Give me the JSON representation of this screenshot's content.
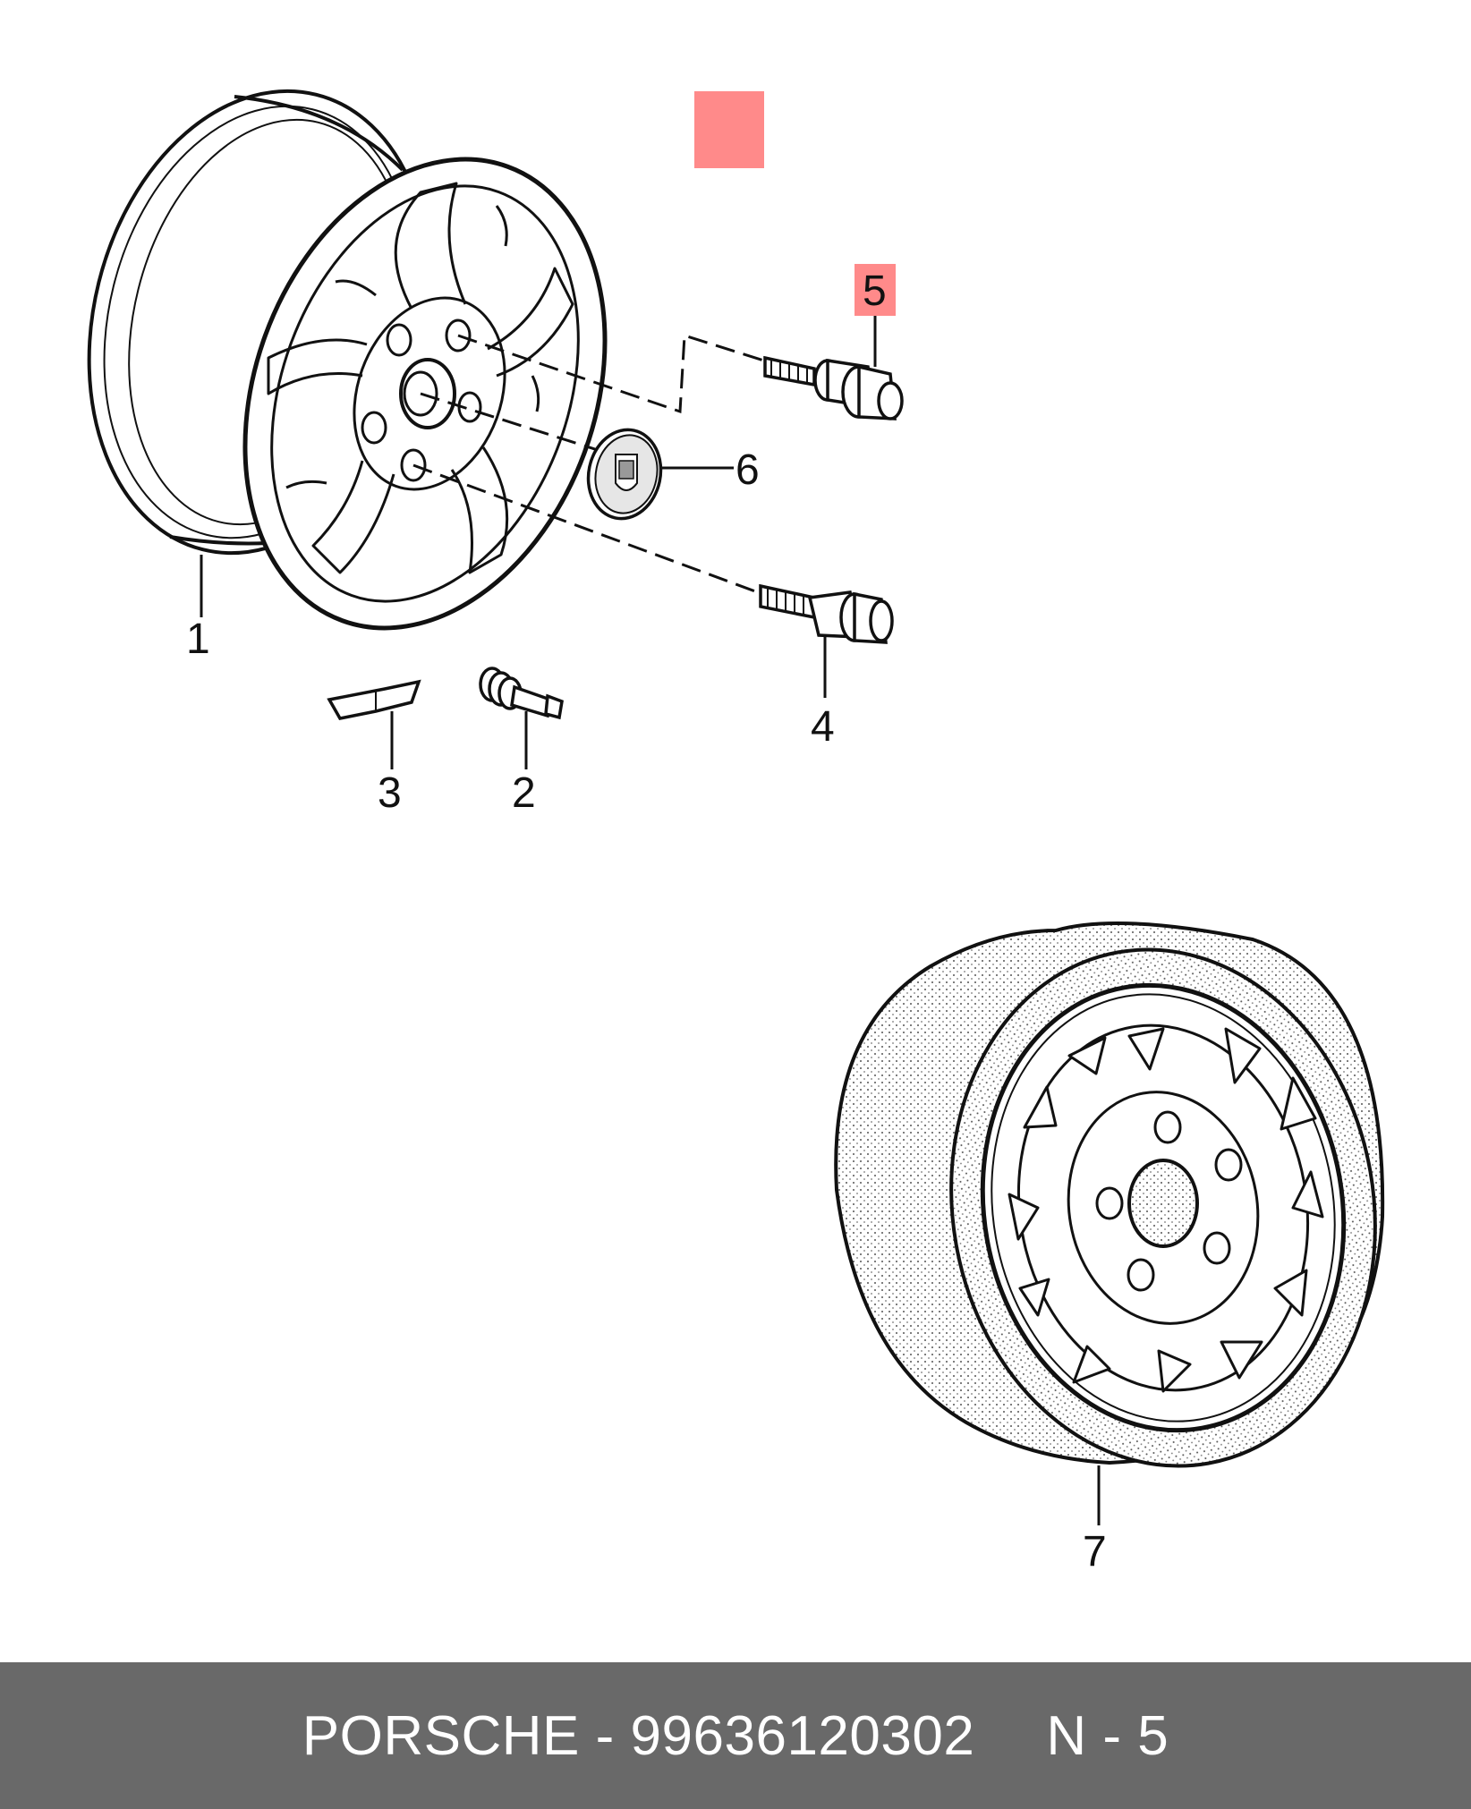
{
  "colors": {
    "highlight": "#ff8a8a",
    "footer_bg": "#696969",
    "footer_text": "#ffffff",
    "line": "#111111"
  },
  "callouts": [
    {
      "id": "1",
      "label": "1"
    },
    {
      "id": "2",
      "label": "2"
    },
    {
      "id": "3",
      "label": "3"
    },
    {
      "id": "4",
      "label": "4"
    },
    {
      "id": "5",
      "label": "5",
      "highlighted": true
    },
    {
      "id": "6",
      "label": "6"
    },
    {
      "id": "7",
      "label": "7"
    }
  ],
  "footer": {
    "brand": "PORSCHE",
    "separator": "-",
    "part_number": "99636120302",
    "ref": "N - 5"
  }
}
